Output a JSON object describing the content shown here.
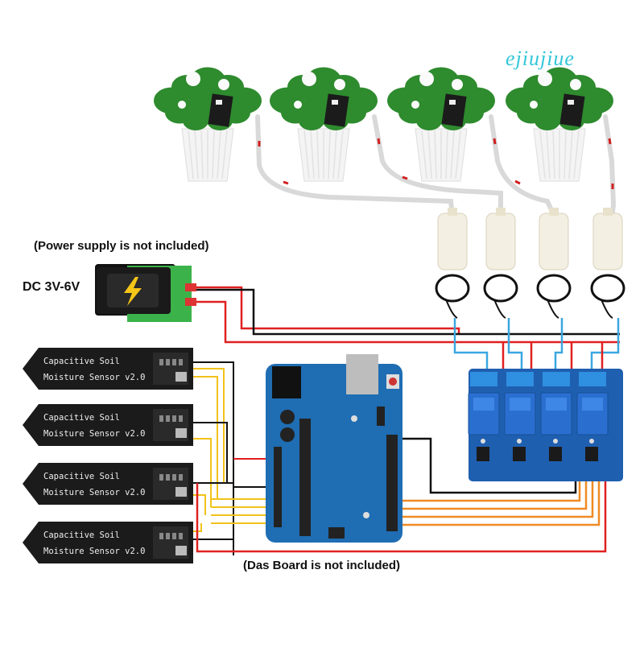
{
  "watermark": "ejiujiue",
  "captions": {
    "power_supply": "(Power supply is not included)",
    "dc_voltage": "DC 3V-6V",
    "board": "(Das Board is not included)"
  },
  "sensor": {
    "line1": "Capacitive Soil",
    "line2": "Moisture Sensor v2.0"
  },
  "colors": {
    "wire_red": "#e02020",
    "wire_black": "#111111",
    "wire_blue": "#3aa7e0",
    "wire_yellow": "#f2c21a",
    "wire_orange": "#f08a24",
    "board_blue": "#1f6db3",
    "relay_blue": "#1f5fb0",
    "sensor_black": "#1b1b1b",
    "pcb_green": "#3cb34a"
  },
  "icons": {
    "battery": "lightning-bolt-icon",
    "plant": "potted-plant-icon",
    "pump": "water-pump-icon"
  }
}
